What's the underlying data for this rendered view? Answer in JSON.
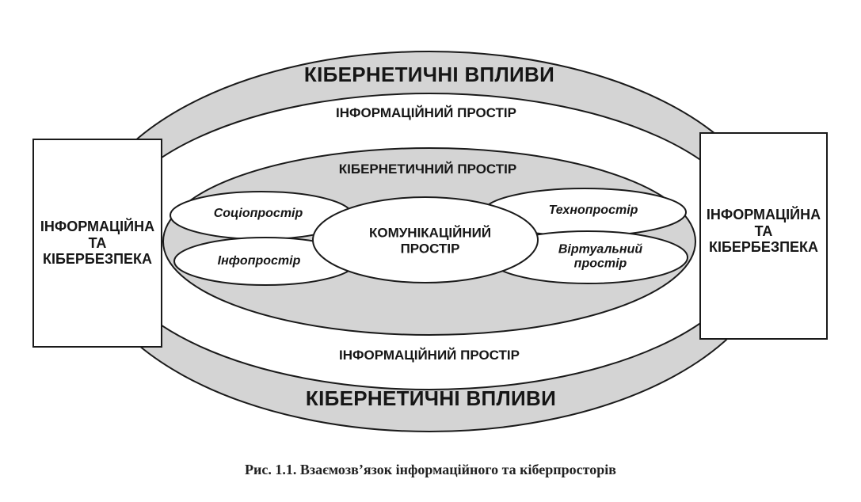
{
  "diagram": {
    "outer_ring_top": "КІБЕРНЕТИЧНІ ВПЛИВИ",
    "outer_ring_bottom": "КІБЕРНЕТИЧНІ ВПЛИВИ",
    "info_space_top": "ІНФОРМАЦІЙНИЙ ПРОСТІР",
    "info_space_bottom": "ІНФОРМАЦІЙНИЙ ПРОСТІР",
    "cyber_space": "КІБЕРНЕТИЧНИЙ ПРОСТІР",
    "comm_space": "КОМУНІКАЦІЙНИЙ\nПРОСТІР",
    "socio_space": "Соціопростір",
    "info_subspace": "Інфопростір",
    "techno_space": "Технопростір",
    "virtual_space": "Віртуальний\nпростір",
    "left_box": "ІНФОРМАЦІЙНА\nТА\nКІБЕРБЕЗПЕКА",
    "right_box": "ІНФОРМАЦІЙНА\nТА\nКІБЕРБЕЗПЕКА"
  },
  "caption": "Рис. 1.1. Взаємозв’язок інформаційного та кіберпросторів",
  "colors": {
    "ring_fill": "#d4d4d4",
    "white_fill": "#ffffff",
    "stroke": "#1a1a1a"
  }
}
